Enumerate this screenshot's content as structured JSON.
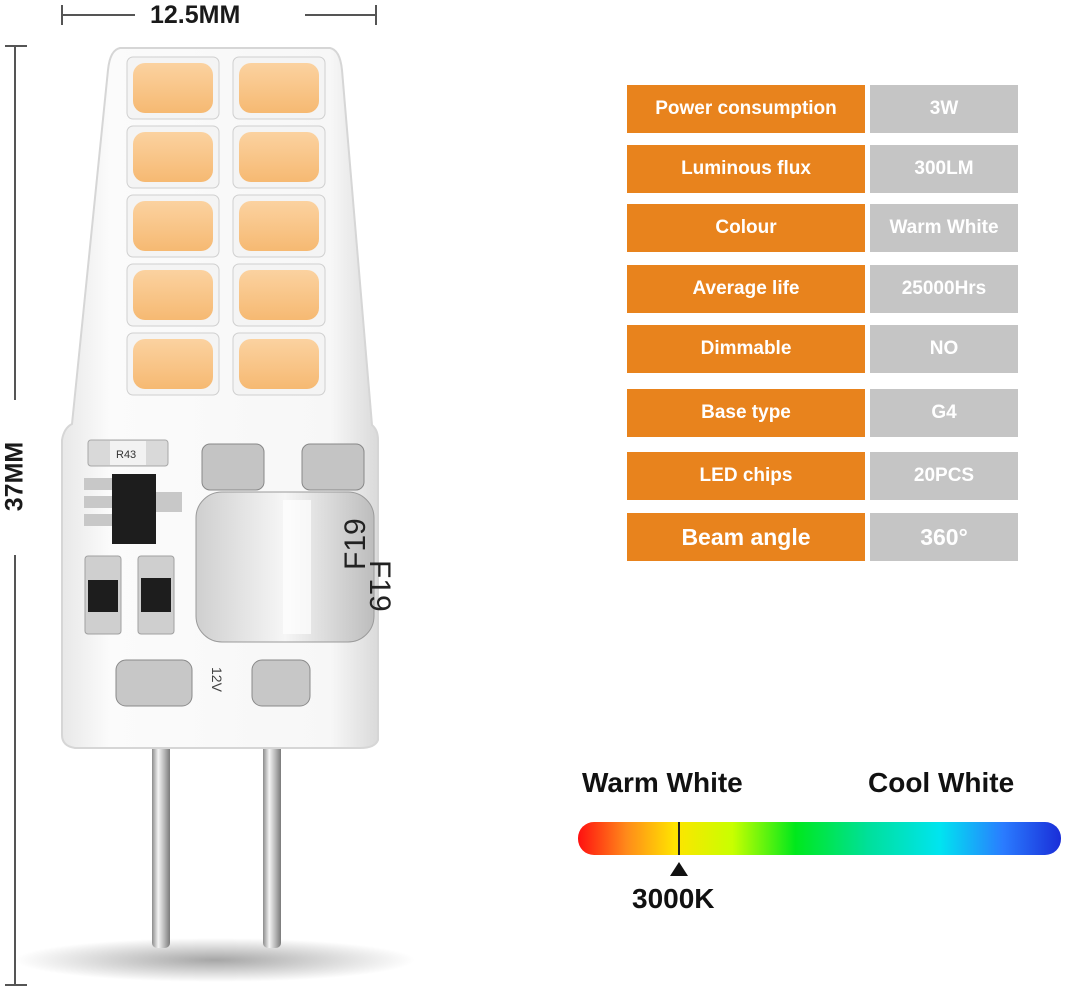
{
  "dimensions": {
    "width_label": "12.5MM",
    "height_label": "37MM"
  },
  "specs": [
    {
      "label": "Power consumption",
      "value": "3W"
    },
    {
      "label": "Luminous flux",
      "value": "300LM"
    },
    {
      "label": "Colour",
      "value": "Warm White"
    },
    {
      "label": "Average life",
      "value": "25000Hrs"
    },
    {
      "label": "Dimmable",
      "value": "NO"
    },
    {
      "label": "Base type",
      "value": "G4"
    },
    {
      "label": "LED chips",
      "value": "20PCS"
    },
    {
      "label": "Beam angle",
      "value": "360°"
    }
  ],
  "color_scale": {
    "left_label": "Warm White",
    "right_label": "Cool White",
    "marker_label": "3000K"
  },
  "pcb_markings": {
    "resistor": "R43",
    "capacitor_1": "F19",
    "capacitor_2": "F19",
    "voltage": "12V"
  },
  "colors": {
    "accent": "#e8831d",
    "value_bg": "#c5c5c5",
    "led": "#f9c48a"
  }
}
